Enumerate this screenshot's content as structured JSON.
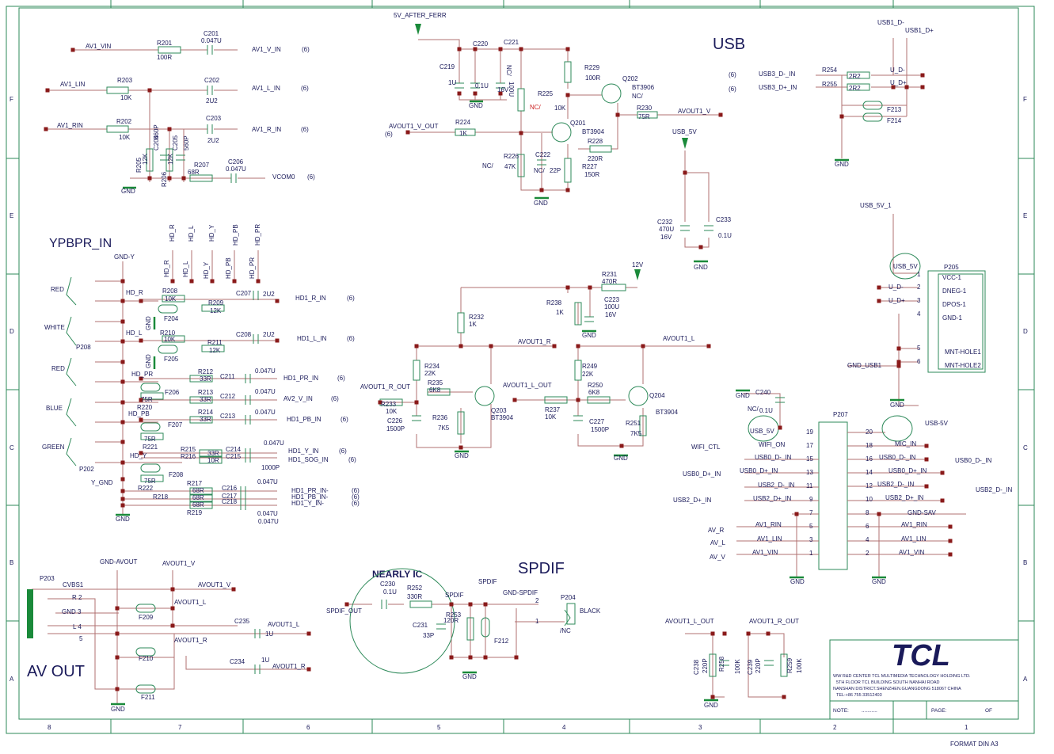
{
  "sheet": {
    "format": "FORMAT DIN A3",
    "col_labels": [
      "8",
      "7",
      "6",
      "5",
      "4",
      "3",
      "2",
      "1"
    ],
    "row_labels": [
      "F",
      "E",
      "D",
      "C",
      "B",
      "A"
    ]
  },
  "titles": {
    "usb": "USB",
    "ypbpr": "YPBPR_IN",
    "spdif": "SPDIF",
    "av_out": "AV OUT",
    "nearly_ic": "NEARLY IC"
  },
  "title_block": {
    "logo": "TCL",
    "lines": [
      "WW R&D CENTER TCL MULTIMEDIA TECHNOLOGY HOLDING LTD.",
      "5TH FLOOR TCL BUILDING SOUTH NANHAI ROAD",
      "NANSHAN DISTRICT.SHENZHEN.GUANGDONG 518067 CHINA",
      "TEL:+86 755 33512403"
    ],
    "note": "NOTE:",
    "page": "PAGE:",
    "of": "OF",
    "dots": "..........."
  },
  "labels": [
    {
      "id": "av1-vin",
      "t": "AV1_VIN"
    },
    {
      "id": "r201",
      "t": "R201"
    },
    {
      "id": "r201v",
      "t": "100R"
    },
    {
      "id": "c201",
      "t": "C201"
    },
    {
      "id": "c201v",
      "t": "0.047U"
    },
    {
      "id": "av1-v-in",
      "t": "AV1_V_IN"
    },
    {
      "id": "p6a",
      "t": "(6)"
    },
    {
      "id": "av1-lin",
      "t": "AV1_LIN"
    },
    {
      "id": "r203",
      "t": "R203"
    },
    {
      "id": "r203v",
      "t": "10K"
    },
    {
      "id": "c202",
      "t": "C202"
    },
    {
      "id": "c202v",
      "t": "2U2"
    },
    {
      "id": "av1-l-in",
      "t": "AV1_L_IN"
    },
    {
      "id": "p6b",
      "t": "(6)"
    },
    {
      "id": "av1-rin",
      "t": "AV1_RIN"
    },
    {
      "id": "r202",
      "t": "R202"
    },
    {
      "id": "r202v",
      "t": "10K"
    },
    {
      "id": "c203",
      "t": "C203"
    },
    {
      "id": "c203v",
      "t": "2U2"
    },
    {
      "id": "av1-r-in",
      "t": "AV1_R_IN"
    },
    {
      "id": "p6c",
      "t": "(6)"
    },
    {
      "id": "r205",
      "t": "R205"
    },
    {
      "id": "r205v",
      "t": "12K"
    },
    {
      "id": "c204",
      "t": "C204"
    },
    {
      "id": "c204v",
      "t": "560P"
    },
    {
      "id": "r206",
      "t": "R206"
    },
    {
      "id": "r206v",
      "t": "12K"
    },
    {
      "id": "c205",
      "t": "C205"
    },
    {
      "id": "c205v",
      "t": "560P"
    },
    {
      "id": "r207",
      "t": "R207"
    },
    {
      "id": "r207v",
      "t": "68R"
    },
    {
      "id": "c206",
      "t": "C206"
    },
    {
      "id": "c206v",
      "t": "0.047U"
    },
    {
      "id": "vcom0",
      "t": "VCOM0"
    },
    {
      "id": "p6d",
      "t": "(6)"
    },
    {
      "id": "gnd1",
      "t": "GND"
    },
    {
      "id": "5v-after-ferr",
      "t": "5V_AFTER_FERR"
    },
    {
      "id": "c219",
      "t": "C219"
    },
    {
      "id": "c219v",
      "t": "1U"
    },
    {
      "id": "c220",
      "t": "C220"
    },
    {
      "id": "c220v",
      "t": "0.1U"
    },
    {
      "id": "c221",
      "t": "C221"
    },
    {
      "id": "c221nc",
      "t": "NC/"
    },
    {
      "id": "c221v",
      "t": "100U"
    },
    {
      "id": "c221v2",
      "t": "16V"
    },
    {
      "id": "gnd2",
      "t": "GND"
    },
    {
      "id": "r225",
      "t": "R225"
    },
    {
      "id": "r225nc",
      "t": "NC/"
    },
    {
      "id": "r229",
      "t": "R229"
    },
    {
      "id": "r229v",
      "t": "100R"
    },
    {
      "id": "q202",
      "t": "Q202"
    },
    {
      "id": "q202v",
      "t": "BT3906"
    },
    {
      "id": "q202nc",
      "t": "NC/"
    },
    {
      "id": "r10k",
      "t": "10K"
    },
    {
      "id": "r230",
      "t": "R230"
    },
    {
      "id": "r230v",
      "t": "75R"
    },
    {
      "id": "avout1-v",
      "t": "AVOUT1_V"
    },
    {
      "id": "avout1-v-out",
      "t": "AVOUT1_V_OUT"
    },
    {
      "id": "p6e",
      "t": "(6)"
    },
    {
      "id": "r224",
      "t": "R224"
    },
    {
      "id": "r224v",
      "t": "1K"
    },
    {
      "id": "q201",
      "t": "Q201"
    },
    {
      "id": "q201v",
      "t": "BT3904"
    },
    {
      "id": "r228",
      "t": "R228"
    },
    {
      "id": "r228v",
      "t": "220R"
    },
    {
      "id": "r226",
      "t": "R226"
    },
    {
      "id": "r226v",
      "t": "47K"
    },
    {
      "id": "r226nc",
      "t": "NC/"
    },
    {
      "id": "c222",
      "t": "C222"
    },
    {
      "id": "c222nc",
      "t": "NC/"
    },
    {
      "id": "c222v",
      "t": "22P"
    },
    {
      "id": "r227",
      "t": "R227"
    },
    {
      "id": "r227v",
      "t": "150R"
    },
    {
      "id": "gnd3",
      "t": "GND"
    },
    {
      "id": "usb-5v",
      "t": "USB_5V"
    },
    {
      "id": "c232",
      "t": "C232"
    },
    {
      "id": "c232v",
      "t": "470U"
    },
    {
      "id": "c232v2",
      "t": "16V"
    },
    {
      "id": "c233",
      "t": "C233"
    },
    {
      "id": "c233v",
      "t": "0.1U"
    },
    {
      "id": "gnd4",
      "t": "GND"
    },
    {
      "id": "usb1-dm",
      "t": "USB1_D-"
    },
    {
      "id": "usb1-dp",
      "t": "USB1_D+"
    },
    {
      "id": "p6f",
      "t": "(6)"
    },
    {
      "id": "p6g",
      "t": "(6)"
    },
    {
      "id": "usb3-dm",
      "t": "USB3_D-_IN"
    },
    {
      "id": "usb3-dp",
      "t": "USB3_D+_IN"
    },
    {
      "id": "r254",
      "t": "R254"
    },
    {
      "id": "r255",
      "t": "R255"
    },
    {
      "id": "r254v",
      "t": "2R2"
    },
    {
      "id": "r255v",
      "t": "2R2"
    },
    {
      "id": "udm",
      "t": "U_D-"
    },
    {
      "id": "udp",
      "t": "U_D+"
    },
    {
      "id": "f213",
      "t": "F213"
    },
    {
      "id": "f214",
      "t": "F214"
    },
    {
      "id": "gnd5",
      "t": "GND"
    },
    {
      "id": "usb5v1",
      "t": "USB_5V_1"
    },
    {
      "id": "usb5v-bub",
      "t": "USB_5V"
    },
    {
      "id": "p205",
      "t": "P205"
    },
    {
      "id": "vcc1",
      "t": "VCC-1"
    },
    {
      "id": "dneg1",
      "t": "DNEG-1"
    },
    {
      "id": "dpos1",
      "t": "DPOS-1"
    },
    {
      "id": "gnd-1",
      "t": "GND-1"
    },
    {
      "id": "mnt1",
      "t": "MNT-HOLE1"
    },
    {
      "id": "mnt2",
      "t": "MNT-HOLE2"
    },
    {
      "id": "ud-m2",
      "t": "U_D-"
    },
    {
      "id": "ud-p2",
      "t": "U_D+"
    },
    {
      "id": "gnd-usb1",
      "t": "GND_USB1"
    },
    {
      "id": "gnd6",
      "t": "GND"
    },
    {
      "id": "pin1",
      "t": "1"
    },
    {
      "id": "pin2",
      "t": "2"
    },
    {
      "id": "pin3",
      "t": "3"
    },
    {
      "id": "pin4",
      "t": "4"
    },
    {
      "id": "pin5",
      "t": "5"
    },
    {
      "id": "pin6",
      "t": "6"
    },
    {
      "id": "hd-r",
      "t": "HD_R"
    },
    {
      "id": "hd-l",
      "t": "HD_L"
    },
    {
      "id": "hd-y",
      "t": "HD_Y"
    },
    {
      "id": "hd-pb",
      "t": "HD_PB"
    },
    {
      "id": "hd-pr",
      "t": "HD_PR"
    },
    {
      "id": "hd-r2",
      "t": "HD_R"
    },
    {
      "id": "hd-l2",
      "t": "HD_L"
    },
    {
      "id": "hd-y2",
      "t": "HD_Y"
    },
    {
      "id": "hd-pb2",
      "t": "HD_PB"
    },
    {
      "id": "hd-pr2",
      "t": "HD_PR"
    },
    {
      "id": "gnd-y",
      "t": "GND-Y"
    },
    {
      "id": "red1",
      "t": "RED"
    },
    {
      "id": "white",
      "t": "WHITE"
    },
    {
      "id": "p208",
      "t": "P208"
    },
    {
      "id": "red2",
      "t": "RED"
    },
    {
      "id": "blue",
      "t": "BLUE"
    },
    {
      "id": "green",
      "t": "GREEN"
    },
    {
      "id": "p202",
      "t": "P202"
    },
    {
      "id": "y-gnd",
      "t": "Y_GND"
    },
    {
      "id": "hd-r3",
      "t": "HD_R"
    },
    {
      "id": "r208",
      "t": "R208"
    },
    {
      "id": "r208v",
      "t": "10K"
    },
    {
      "id": "r209",
      "t": "R209"
    },
    {
      "id": "r209v",
      "t": "12K"
    },
    {
      "id": "c207",
      "t": "C207"
    },
    {
      "id": "c207v",
      "t": "2U2"
    },
    {
      "id": "hd1-r-in",
      "t": "HD1_R_IN"
    },
    {
      "id": "p6h",
      "t": "(6)"
    },
    {
      "id": "f204",
      "t": "F204"
    },
    {
      "id": "hd-l3",
      "t": "HD_L"
    },
    {
      "id": "r210",
      "t": "R210"
    },
    {
      "id": "r210v",
      "t": "10K"
    },
    {
      "id": "r211",
      "t": "R211"
    },
    {
      "id": "r211v",
      "t": "12K"
    },
    {
      "id": "c208",
      "t": "C208"
    },
    {
      "id": "c208v",
      "t": "2U2"
    },
    {
      "id": "hd1-l-in",
      "t": "HD1_L_IN"
    },
    {
      "id": "p6i",
      "t": "(6)"
    },
    {
      "id": "f205",
      "t": "F205"
    },
    {
      "id": "hd-pr3",
      "t": "HD_PR"
    },
    {
      "id": "r212",
      "t": "R212"
    },
    {
      "id": "r212v",
      "t": "33R"
    },
    {
      "id": "c211",
      "t": "C211"
    },
    {
      "id": "c211v",
      "t": "0.047U"
    },
    {
      "id": "hd1-pr-in",
      "t": "HD1_PR_IN"
    },
    {
      "id": "p6j",
      "t": "(6)"
    },
    {
      "id": "f206",
      "t": "F206"
    },
    {
      "id": "r213",
      "t": "R213"
    },
    {
      "id": "r213v",
      "t": "33R"
    },
    {
      "id": "c212",
      "t": "C212"
    },
    {
      "id": "c212v",
      "t": "0.047U"
    },
    {
      "id": "av2-v-in",
      "t": "AV2_V_IN"
    },
    {
      "id": "p6k",
      "t": "(6)"
    },
    {
      "id": "r220v",
      "t": "75R"
    },
    {
      "id": "r220",
      "t": "R220"
    },
    {
      "id": "hd-pb3",
      "t": "HD_PB"
    },
    {
      "id": "r214",
      "t": "R214"
    },
    {
      "id": "r214v",
      "t": "33R"
    },
    {
      "id": "c213",
      "t": "C213"
    },
    {
      "id": "c213v",
      "t": "0.047U"
    },
    {
      "id": "hd1-pb-in",
      "t": "HD1_PB_IN"
    },
    {
      "id": "p6l",
      "t": "(6)"
    },
    {
      "id": "f207",
      "t": "F207"
    },
    {
      "id": "r221v",
      "t": "75R"
    },
    {
      "id": "r221",
      "t": "R221"
    },
    {
      "id": "hd-y3",
      "t": "HD_Y"
    },
    {
      "id": "r215",
      "t": "R215"
    },
    {
      "id": "r215v",
      "t": "33R"
    },
    {
      "id": "r216",
      "t": "R216"
    },
    {
      "id": "r216v",
      "t": "10R"
    },
    {
      "id": "c214",
      "t": "C214"
    },
    {
      "id": "c214v",
      "t": "0.047U"
    },
    {
      "id": "c215",
      "t": "C215"
    },
    {
      "id": "c215v",
      "t": "1000P"
    },
    {
      "id": "hd1-y-in",
      "t": "HD1_Y_IN"
    },
    {
      "id": "hd1-sog-in",
      "t": "HD1_SOG_IN"
    },
    {
      "id": "p6m",
      "t": "(6)"
    },
    {
      "id": "p6n",
      "t": "(6)"
    },
    {
      "id": "f208",
      "t": "F208"
    },
    {
      "id": "r222v",
      "t": "75R"
    },
    {
      "id": "r222",
      "t": "R222"
    },
    {
      "id": "r217",
      "t": "R217"
    },
    {
      "id": "r218",
      "t": "R218"
    },
    {
      "id": "r219",
      "t": "R219"
    },
    {
      "id": "r217v",
      "t": "68R"
    },
    {
      "id": "r218v",
      "t": "68R"
    },
    {
      "id": "r219v",
      "t": "68R"
    },
    {
      "id": "c216",
      "t": "C216"
    },
    {
      "id": "c217",
      "t": "C217"
    },
    {
      "id": "c218",
      "t": "C218"
    },
    {
      "id": "c216v",
      "t": "0.047U"
    },
    {
      "id": "c218v",
      "t": "0.047U"
    },
    {
      "id": "c218v2",
      "t": "0.047U"
    },
    {
      "id": "hd1-pr-inm",
      "t": "HD1_PR_IN-"
    },
    {
      "id": "hd1-pb-inm",
      "t": "HD1_PB_IN-"
    },
    {
      "id": "hd1-y-inm",
      "t": "HD1_Y_IN-"
    },
    {
      "id": "p6o",
      "t": "(6)"
    },
    {
      "id": "p6p",
      "t": "(6)"
    },
    {
      "id": "p6q",
      "t": "(6)"
    },
    {
      "id": "gnd7",
      "t": "GND"
    },
    {
      "id": "gnd-a",
      "t": "GND"
    },
    {
      "id": "gnd-b",
      "t": "GND"
    },
    {
      "id": "12v",
      "t": "12V"
    },
    {
      "id": "r231",
      "t": "R231"
    },
    {
      "id": "r231v",
      "t": "470R"
    },
    {
      "id": "r238",
      "t": "R238"
    },
    {
      "id": "r238v",
      "t": "1K"
    },
    {
      "id": "c223",
      "t": "C223"
    },
    {
      "id": "c223v",
      "t": "100U"
    },
    {
      "id": "c223v2",
      "t": "16V"
    },
    {
      "id": "gnd8",
      "t": "GND"
    },
    {
      "id": "r232",
      "t": "R232"
    },
    {
      "id": "r232v",
      "t": "1K"
    },
    {
      "id": "avout1-r",
      "t": "AVOUT1_R"
    },
    {
      "id": "avout1-l",
      "t": "AVOUT1_L"
    },
    {
      "id": "r234",
      "t": "R234"
    },
    {
      "id": "r234v",
      "t": "22K"
    },
    {
      "id": "r235",
      "t": "R235"
    },
    {
      "id": "r235v",
      "t": "6K8"
    },
    {
      "id": "avout1-r-out",
      "t": "AVOUT1_R_OUT"
    },
    {
      "id": "r233",
      "t": "R233"
    },
    {
      "id": "r233v",
      "t": "10K"
    },
    {
      "id": "c226",
      "t": "C226"
    },
    {
      "id": "c226v",
      "t": "1500P"
    },
    {
      "id": "r236",
      "t": "R236"
    },
    {
      "id": "r236v",
      "t": "7K5"
    },
    {
      "id": "q203",
      "t": "Q203"
    },
    {
      "id": "q203v",
      "t": "BT3904"
    },
    {
      "id": "gnd9",
      "t": "GND"
    },
    {
      "id": "avout1-l-out",
      "t": "AVOUT1_L_OUT"
    },
    {
      "id": "r249",
      "t": "R249"
    },
    {
      "id": "r249v",
      "t": "22K"
    },
    {
      "id": "r250",
      "t": "R250"
    },
    {
      "id": "r250v",
      "t": "6K8"
    },
    {
      "id": "r237",
      "t": "R237"
    },
    {
      "id": "r237v",
      "t": "10K"
    },
    {
      "id": "c227",
      "t": "C227"
    },
    {
      "id": "c227v",
      "t": "1500P"
    },
    {
      "id": "r251",
      "t": "R251"
    },
    {
      "id": "r251v",
      "t": "7K5"
    },
    {
      "id": "q204",
      "t": "Q204"
    },
    {
      "id": "q204v",
      "t": "BT3904"
    },
    {
      "id": "gnd10",
      "t": "GND"
    },
    {
      "id": "gnd11",
      "t": "GND"
    },
    {
      "id": "c240",
      "t": "C240"
    },
    {
      "id": "c240nc",
      "t": "NC/"
    },
    {
      "id": "c240v",
      "t": "0.1U"
    },
    {
      "id": "p207",
      "t": "P207"
    },
    {
      "id": "usb5v-b",
      "t": "USB_5V"
    },
    {
      "id": "usb-5v-c",
      "t": "USB-5V"
    },
    {
      "id": "wifi-ctl",
      "t": "WIFI_CTL"
    },
    {
      "id": "wifi-on",
      "t": "WIFI_ON"
    },
    {
      "id": "mic-in",
      "t": "MIC_IN"
    },
    {
      "id": "usb0-dm",
      "t": "USB0_D-_IN"
    },
    {
      "id": "usb0-dm2",
      "t": "USB0_D-_IN"
    },
    {
      "id": "usb0-dm3",
      "t": "USB0_D-_IN"
    },
    {
      "id": "usb0-dp",
      "t": "USB0_D+_IN"
    },
    {
      "id": "usb0-dp2",
      "t": "USB0_D+_IN"
    },
    {
      "id": "usb0-dp3",
      "t": "USB0_D+_IN"
    },
    {
      "id": "usb2-dm",
      "t": "USB2_D-_IN"
    },
    {
      "id": "usb2-dm2",
      "t": "USB2_D-_IN"
    },
    {
      "id": "usb2-dm3",
      "t": "USB2_D-_IN"
    },
    {
      "id": "usb2-dp",
      "t": "USB2_D+_IN"
    },
    {
      "id": "usb2-dp2",
      "t": "USB2_D+_IN"
    },
    {
      "id": "usb2-dp3",
      "t": "USB2_D+_IN"
    },
    {
      "id": "gnd-sav",
      "t": "GND-SAV"
    },
    {
      "id": "av1-rin2",
      "t": "AV1_RIN"
    },
    {
      "id": "av1-rin3",
      "t": "AV1_RIN"
    },
    {
      "id": "av1-lin2",
      "t": "AV1_LIN"
    },
    {
      "id": "av1-lin3",
      "t": "AV1_LIN"
    },
    {
      "id": "av1-vin2",
      "t": "AV1_VIN"
    },
    {
      "id": "av1-vin3",
      "t": "AV1_VIN"
    },
    {
      "id": "av-r",
      "t": "AV_R"
    },
    {
      "id": "av-l",
      "t": "AV_L"
    },
    {
      "id": "av-v",
      "t": "AV_V"
    },
    {
      "id": "gnd12",
      "t": "GND"
    },
    {
      "id": "gnd13",
      "t": "GND"
    },
    {
      "id": "n19",
      "t": "19"
    },
    {
      "id": "n17",
      "t": "17"
    },
    {
      "id": "n15",
      "t": "15"
    },
    {
      "id": "n13",
      "t": "13"
    },
    {
      "id": "n11",
      "t": "11"
    },
    {
      "id": "n9",
      "t": "9"
    },
    {
      "id": "n7",
      "t": "7"
    },
    {
      "id": "n5",
      "t": "5"
    },
    {
      "id": "n3",
      "t": "3"
    },
    {
      "id": "n1",
      "t": "1"
    },
    {
      "id": "n20",
      "t": "20"
    },
    {
      "id": "n18",
      "t": "18"
    },
    {
      "id": "n16",
      "t": "16"
    },
    {
      "id": "n14",
      "t": "14"
    },
    {
      "id": "n12",
      "t": "12"
    },
    {
      "id": "n10",
      "t": "10"
    },
    {
      "id": "n8",
      "t": "8"
    },
    {
      "id": "n6",
      "t": "6"
    },
    {
      "id": "n4",
      "t": "4"
    },
    {
      "id": "n2",
      "t": "2"
    },
    {
      "id": "gnd-avout",
      "t": "GND-AVOUT"
    },
    {
      "id": "avout1-v2",
      "t": "AVOUT1_V"
    },
    {
      "id": "p203",
      "t": "P203"
    },
    {
      "id": "cvbs1",
      "t": "CVBS1"
    },
    {
      "id": "r-2",
      "t": "R  2"
    },
    {
      "id": "gnd-3",
      "t": "GND  3"
    },
    {
      "id": "l-4",
      "t": "L  4"
    },
    {
      "id": "n5b",
      "t": "5"
    },
    {
      "id": "avout1-v3",
      "t": "AVOUT1_V"
    },
    {
      "id": "f209",
      "t": "F209"
    },
    {
      "id": "avout1-l2",
      "t": "AVOUT1_L"
    },
    {
      "id": "c235",
      "t": "C235"
    },
    {
      "id": "avout1-l3",
      "t": "AVOUT1_L"
    },
    {
      "id": "c235v",
      "t": "1U"
    },
    {
      "id": "avout1-r2",
      "t": "AVOUT1_R"
    },
    {
      "id": "f210",
      "t": "F210"
    },
    {
      "id": "c234",
      "t": "C234"
    },
    {
      "id": "c234v",
      "t": "1U"
    },
    {
      "id": "avout1-r3",
      "t": "AVOUT1_R"
    },
    {
      "id": "f211",
      "t": "F211"
    },
    {
      "id": "gnd14",
      "t": "GND"
    },
    {
      "id": "c230",
      "t": "C230"
    },
    {
      "id": "c230v",
      "t": "0.1U"
    },
    {
      "id": "r252",
      "t": "R252"
    },
    {
      "id": "r252v",
      "t": "330R"
    },
    {
      "id": "spdif-n",
      "t": "SPDIF"
    },
    {
      "id": "spdif-n2",
      "t": "SPDIF"
    },
    {
      "id": "gnd-spdif",
      "t": "GND-SPDIF"
    },
    {
      "id": "p204",
      "t": "P204"
    },
    {
      "id": "black",
      "t": "BLACK"
    },
    {
      "id": "nc-slash",
      "t": "/NC"
    },
    {
      "id": "spdif-out",
      "t": "SPDIF_OUT"
    },
    {
      "id": "r253",
      "t": "R253"
    },
    {
      "id": "r253v",
      "t": "120R"
    },
    {
      "id": "c231",
      "t": "C231"
    },
    {
      "id": "c231v",
      "t": "33P"
    },
    {
      "id": "f212",
      "t": "F212"
    },
    {
      "id": "gnd15",
      "t": "GND"
    },
    {
      "id": "n2b",
      "t": "2"
    },
    {
      "id": "n1b",
      "t": "1"
    },
    {
      "id": "avout1-l-out2",
      "t": "AVOUT1_L_OUT"
    },
    {
      "id": "avout1-r-out2",
      "t": "AVOUT1_R_OUT"
    },
    {
      "id": "c238",
      "t": "C238"
    },
    {
      "id": "c238v",
      "t": "220P"
    },
    {
      "id": "r258",
      "t": "R258"
    },
    {
      "id": "r258v",
      "t": "100K"
    },
    {
      "id": "c239",
      "t": "C239"
    },
    {
      "id": "c239v",
      "t": "220P"
    },
    {
      "id": "r259",
      "t": "R259"
    },
    {
      "id": "r259v",
      "t": "100K"
    },
    {
      "id": "gnd16",
      "t": "GND"
    }
  ]
}
